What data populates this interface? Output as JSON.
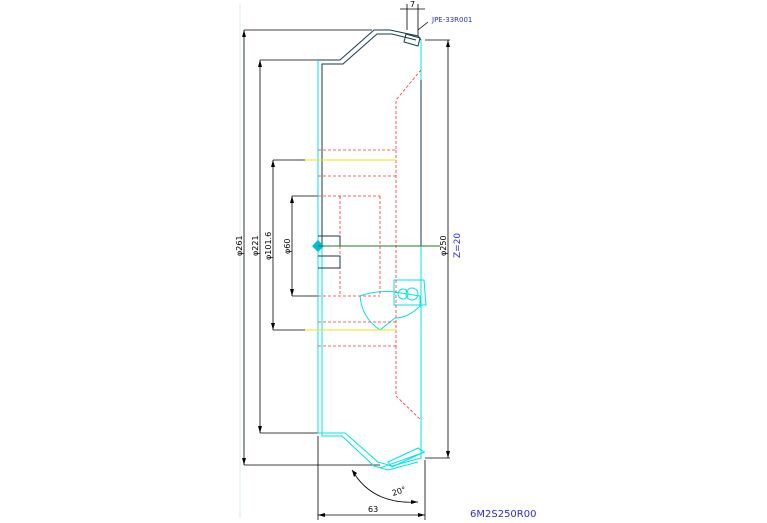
{
  "drawing": {
    "part_number": "6M2S250R00",
    "callout": "JPE-33R001",
    "tooth_spec": "Z=20",
    "colors": {
      "outline": "#000000",
      "profile": "#00ffff",
      "hidden": "#ff0000",
      "center": "#ffff00",
      "dimension": "#000000",
      "annotation": "#2b2bd8",
      "axis": "#00aa00"
    },
    "dimensions": {
      "outer_diameter": "φ261",
      "d221": "φ221",
      "d101": "φ101.6",
      "bore": "φ60",
      "d250": "φ250",
      "tip_width": "7",
      "hub_width": "63",
      "chamfer_angle": "20°"
    }
  }
}
